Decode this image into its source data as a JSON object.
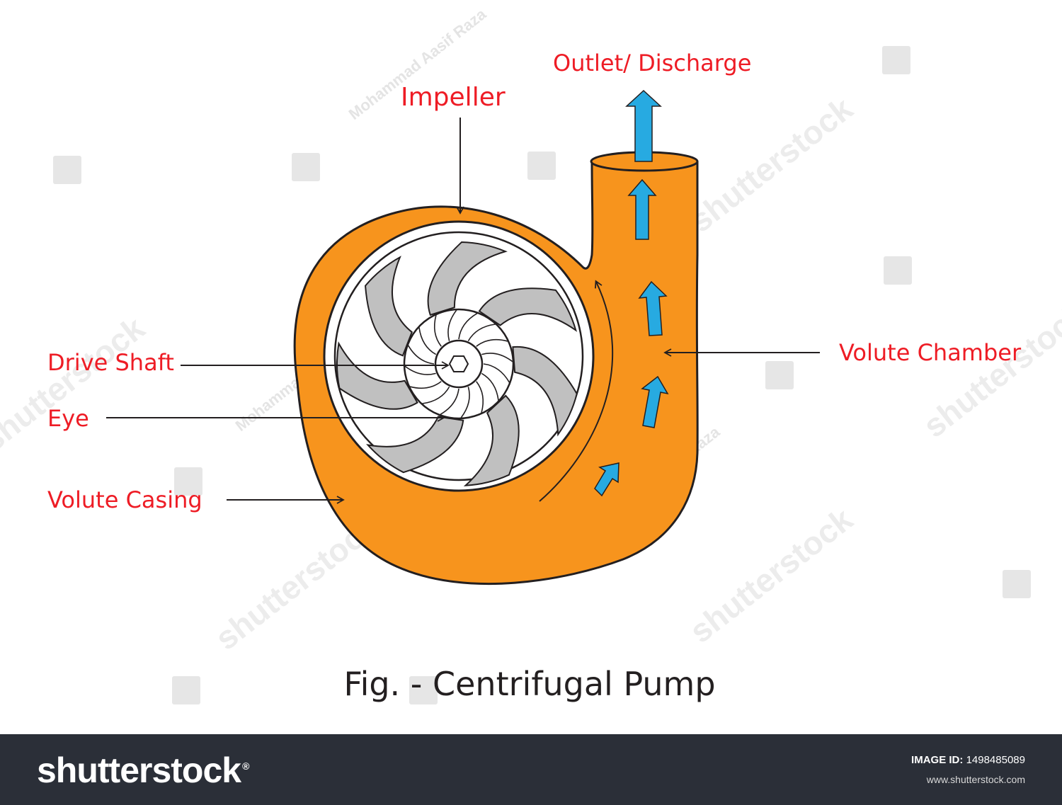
{
  "labels": {
    "outlet": "Outlet/ Discharge",
    "impeller": "Impeller",
    "volute_chamber": "Volute Chamber",
    "drive_shaft": "Drive Shaft",
    "eye": "Eye",
    "volute_casing": "Volute Casing"
  },
  "caption": "Fig. - Centrifugal Pump",
  "watermark": {
    "brand": "shutterstock",
    "author": "Mohammad Aasif Raza"
  },
  "footer": {
    "brand": "shutterstock",
    "brand_mark": "®",
    "image_id_label": "IMAGE ID:",
    "image_id": "1498485089",
    "url": "www.shutterstock.com"
  },
  "colors": {
    "casing": "#f7941d",
    "label": "#ee1c25",
    "arrow": "#27aae1",
    "blade": "#c0c0c0",
    "footer_bg": "#2b2f38"
  }
}
